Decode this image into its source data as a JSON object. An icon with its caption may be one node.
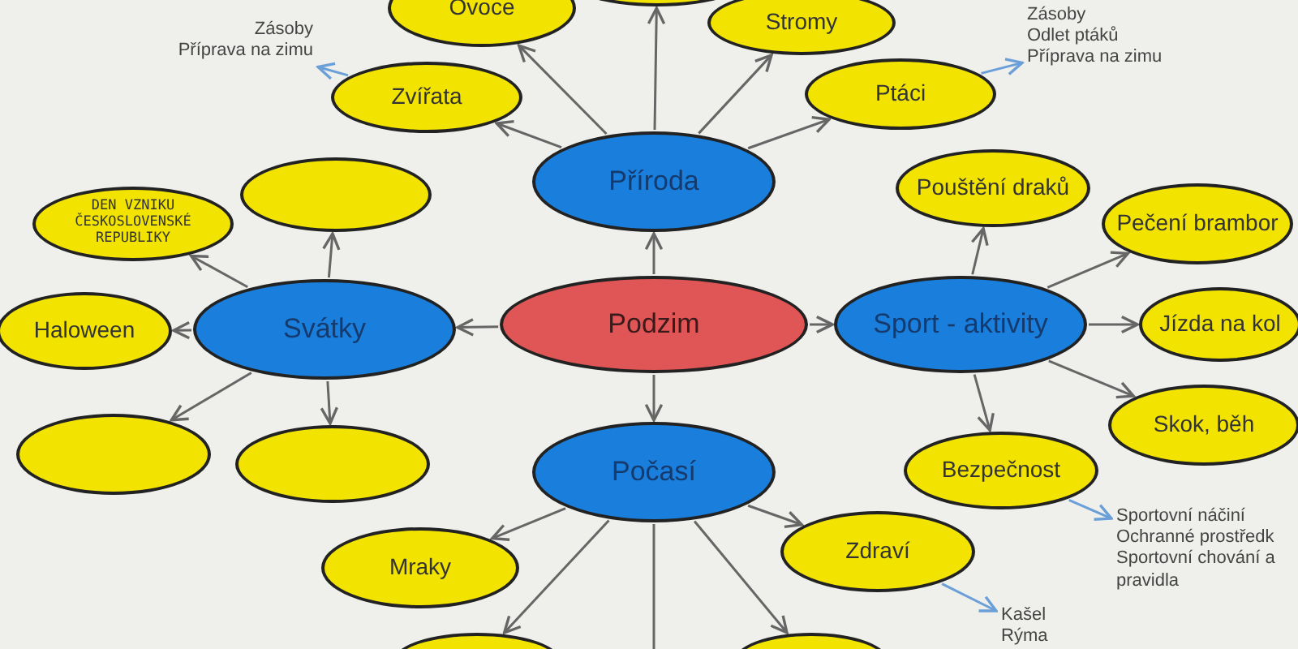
{
  "diagram": {
    "nodes": [
      {
        "text": [
          "Podzim"
        ]
      },
      {
        "text": [
          "Příroda"
        ]
      },
      {
        "text": [
          "Svátky"
        ]
      },
      {
        "text": [
          "Sport - aktivity"
        ]
      },
      {
        "text": [
          "Počasí"
        ]
      },
      {
        "text": [
          "Ovoce"
        ]
      },
      {
        "text": [],
        "shape": "ellipse"
      },
      {
        "text": [
          "Stromy"
        ]
      },
      {
        "text": [
          "Zvířata"
        ]
      },
      {
        "text": [
          "Ptáci"
        ]
      },
      {
        "text": [],
        "shape": "ellipse"
      },
      {
        "text": [
          "DEN VZNIKU ČESKOSLOVENSKÉ REPUBLIKY"
        ]
      },
      {
        "text": [
          "Haloween"
        ]
      },
      {
        "text": [],
        "shape": "ellipse"
      },
      {
        "text": [],
        "shape": "ellipse"
      },
      {
        "text": [
          "Pouštění draků"
        ]
      },
      {
        "text": [
          "Pečení brambor"
        ]
      },
      {
        "text": [
          "Jízda na kol"
        ]
      },
      {
        "text": [
          "Skok, běh"
        ]
      },
      {
        "text": [
          "Bezpečnost"
        ]
      },
      {
        "text": [
          "Mraky"
        ]
      },
      {
        "text": [
          "Zdraví"
        ]
      },
      {
        "text": [],
        "shape": "ellipse"
      },
      {
        "text": [],
        "shape": "ellipse"
      },
      {
        "text": [
          "Zásoby",
          "Příprava na zimu"
        ]
      },
      {
        "text": [
          "Zásoby",
          "Odlet ptáků",
          "Příprava na zimu"
        ]
      },
      {
        "text": [
          "Sportovní náčiní",
          "Ochranné prostředk",
          "Sportovní chování a pravidla"
        ]
      },
      {
        "text": [
          "Kašel",
          "Rýma"
        ]
      }
    ],
    "edges": [
      {
        "from": 0,
        "to": 1,
        "arrow": "to"
      },
      {
        "from": 0,
        "to": 2,
        "arrow": "to"
      },
      {
        "from": 0,
        "to": 3,
        "arrow": "to"
      },
      {
        "from": 0,
        "to": 4,
        "arrow": "to"
      },
      {
        "from": 1,
        "to": 5,
        "arrow": "to"
      },
      {
        "from": 1,
        "to": 6,
        "arrow": "to"
      },
      {
        "from": 1,
        "to": 7,
        "arrow": "to"
      },
      {
        "from": 1,
        "to": 8,
        "arrow": "to"
      },
      {
        "from": 1,
        "to": 9,
        "arrow": "to"
      },
      {
        "from": 2,
        "to": 10,
        "arrow": "to"
      },
      {
        "from": 2,
        "to": 11,
        "arrow": "to"
      },
      {
        "from": 2,
        "to": 12,
        "arrow": "to"
      },
      {
        "from": 2,
        "to": 13,
        "arrow": "to"
      },
      {
        "from": 2,
        "to": 14,
        "arrow": "to"
      },
      {
        "from": 3,
        "to": 15,
        "arrow": "to"
      },
      {
        "from": 3,
        "to": 16,
        "arrow": "to"
      },
      {
        "from": 3,
        "to": 17,
        "arrow": "to"
      },
      {
        "from": 3,
        "to": 18,
        "arrow": "to"
      },
      {
        "from": 3,
        "to": 19,
        "arrow": "to"
      },
      {
        "from": 4,
        "to": 20,
        "arrow": "to"
      },
      {
        "from": 4,
        "to": 21,
        "arrow": "to"
      },
      {
        "from": 4,
        "to": 22,
        "arrow": "to"
      },
      {
        "from": 4,
        "to": 23,
        "arrow": "to"
      },
      {
        "from": 4,
        "to": null,
        "arrow": "none"
      },
      {
        "from": 8,
        "to": 24,
        "arrow": "to",
        "color": "#6a9fd8"
      },
      {
        "from": 9,
        "to": 25,
        "arrow": "to",
        "color": "#6a9fd8"
      },
      {
        "from": 19,
        "to": 26,
        "arrow": "to",
        "color": "#6a9fd8"
      },
      {
        "from": 21,
        "to": 27,
        "arrow": "to",
        "color": "#6a9fd8"
      }
    ]
  }
}
